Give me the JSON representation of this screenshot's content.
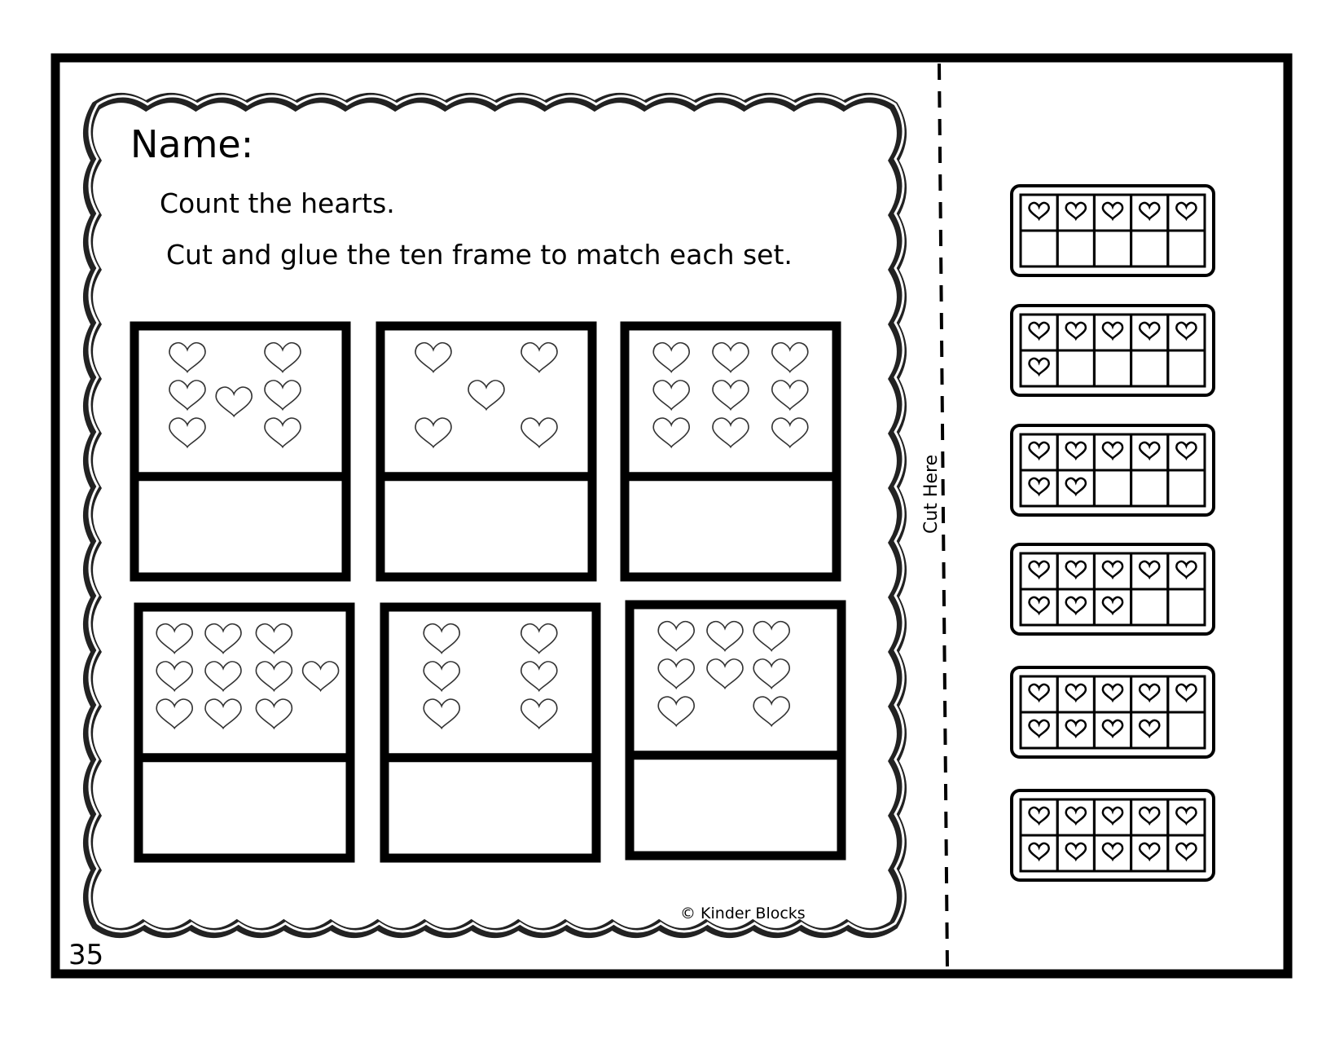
{
  "worksheet": {
    "name_label": "Name:",
    "instructions": [
      "Count the hearts.",
      "Cut and glue the ten frame to match each set."
    ],
    "copyright": "© Kinder Blocks",
    "page_number": "35",
    "cut_label": "Cut Here"
  },
  "heart_sets": [
    {
      "count": 7,
      "answer": ""
    },
    {
      "count": 5,
      "answer": ""
    },
    {
      "count": 9,
      "answer": ""
    },
    {
      "count": 10,
      "answer": ""
    },
    {
      "count": 6,
      "answer": ""
    },
    {
      "count": 8,
      "answer": ""
    }
  ],
  "ten_frames": [
    {
      "filled": 5
    },
    {
      "filled": 6
    },
    {
      "filled": 7
    },
    {
      "filled": 8
    },
    {
      "filled": 9
    },
    {
      "filled": 10
    }
  ]
}
